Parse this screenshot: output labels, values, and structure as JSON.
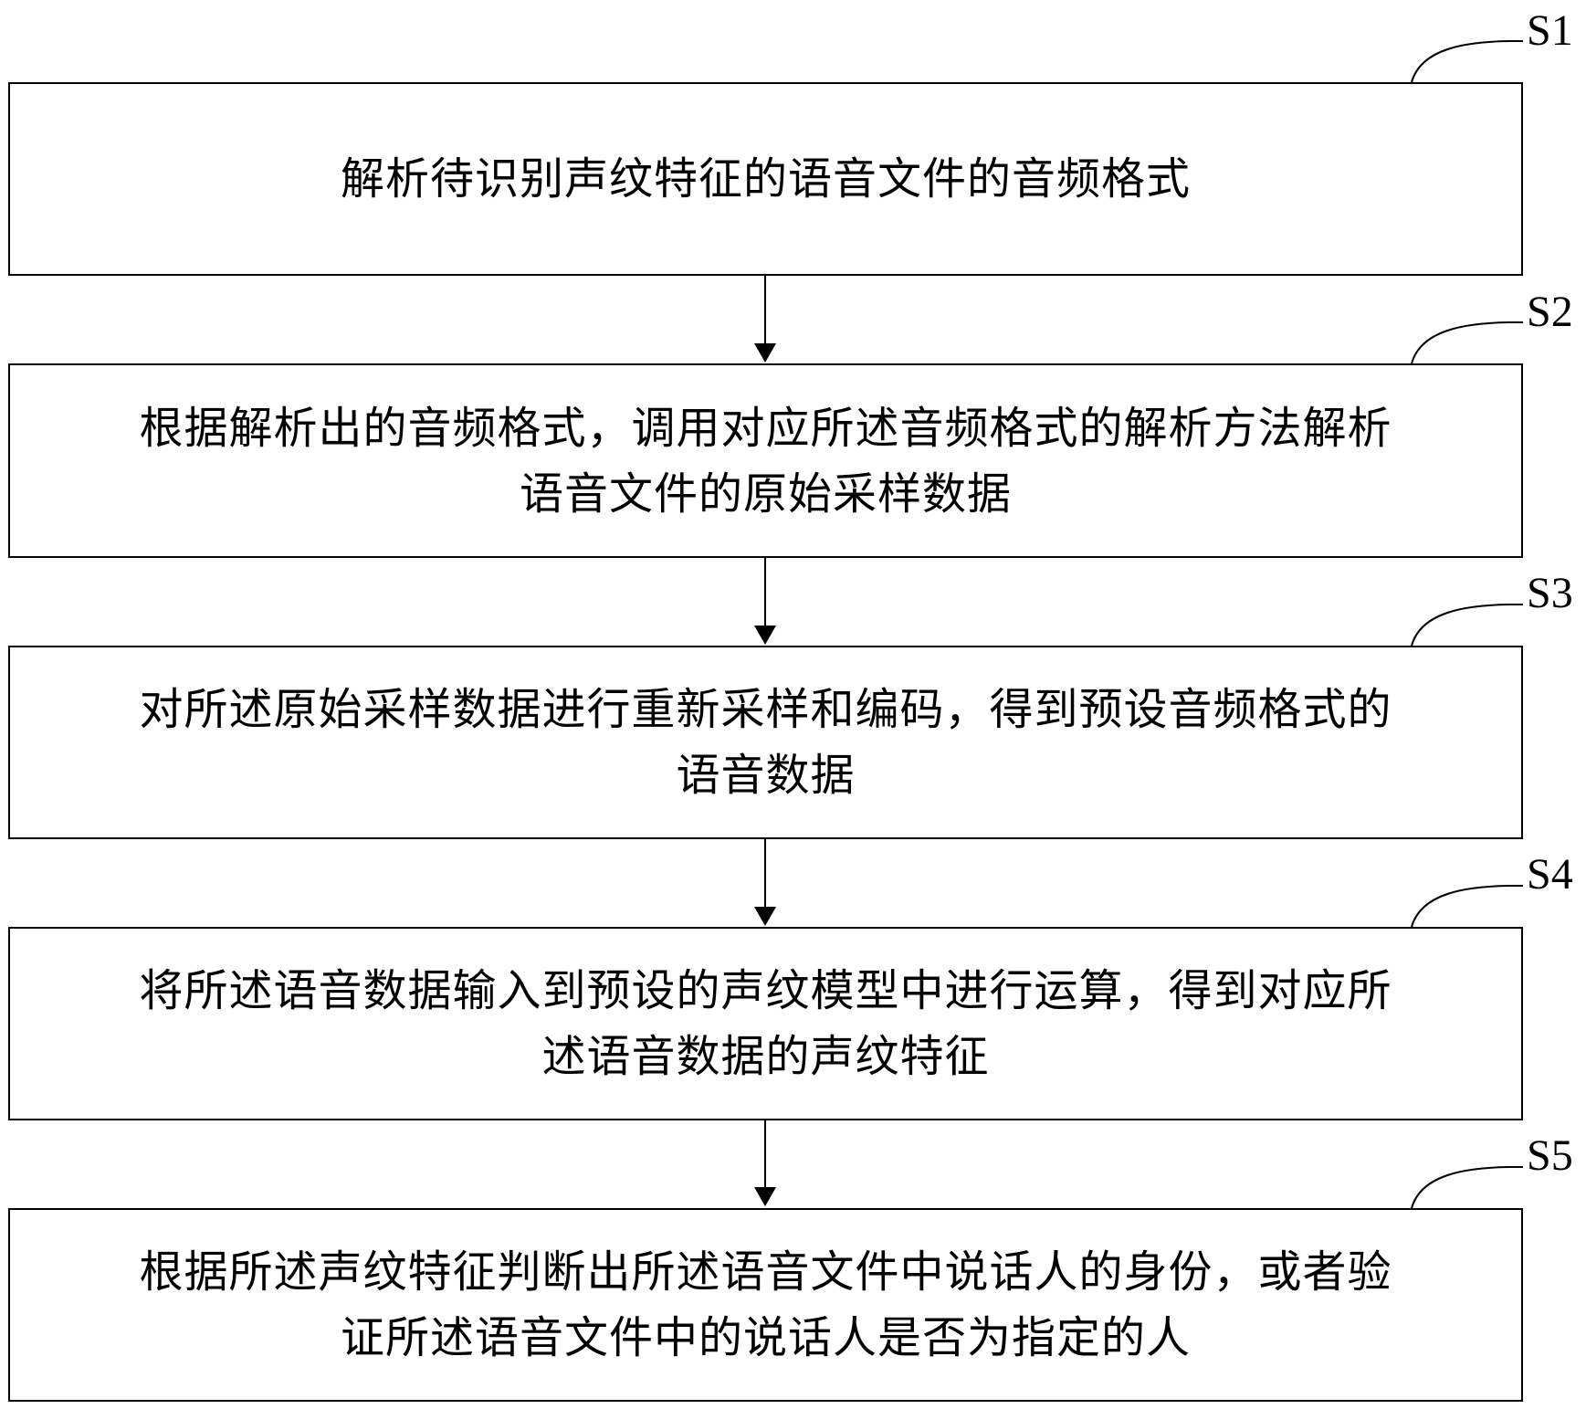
{
  "steps": [
    {
      "label": "S1",
      "text": "解析待识别声纹特征的语音文件的音频格式"
    },
    {
      "label": "S2",
      "text": "根据解析出的音频格式，调用对应所述音频格式的解析方法解析\n语音文件的原始采样数据"
    },
    {
      "label": "S3",
      "text": "对所述原始采样数据进行重新采样和编码，得到预设音频格式的\n语音数据"
    },
    {
      "label": "S4",
      "text": "将所述语音数据输入到预设的声纹模型中进行运算，得到对应所\n述语音数据的声纹特征"
    },
    {
      "label": "S5",
      "text": "根据所述声纹特征判断出所述语音文件中说话人的身份，或者验\n证所述语音文件中的说话人是否为指定的人"
    }
  ]
}
